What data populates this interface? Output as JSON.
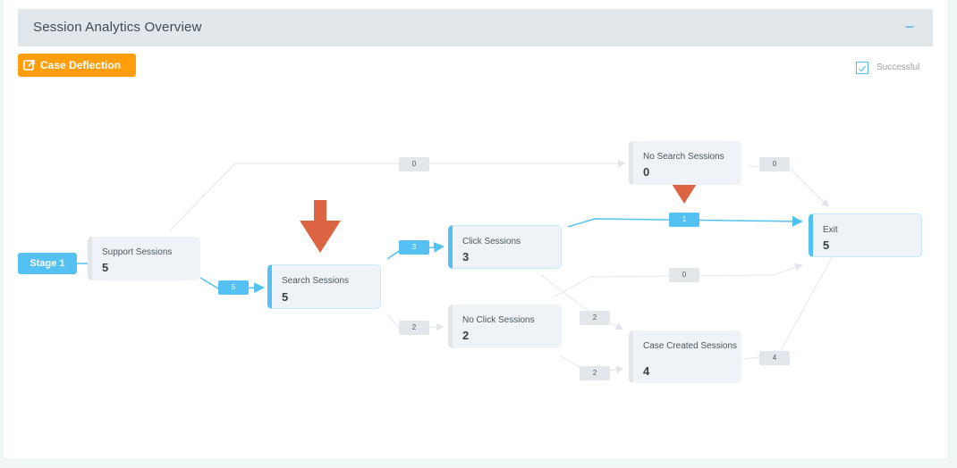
{
  "header": {
    "title": "Session Analytics Overview",
    "collapse_icon": "−"
  },
  "toolbar": {
    "case_deflection_label": "Case Deflection",
    "icon": "external-link-icon",
    "color": "#ff9e0d"
  },
  "legend": {
    "label": "Successful",
    "checked": true
  },
  "stage": {
    "label": "Stage 1"
  },
  "nodes": {
    "support": {
      "name": "Support Sessions",
      "count": "5"
    },
    "search": {
      "name": "Search Sessions",
      "count": "5"
    },
    "click": {
      "name": "Click Sessions",
      "count": "3"
    },
    "noclick": {
      "name": "No Click Sessions",
      "count": "2"
    },
    "nosearch": {
      "name": "No Search Sessions",
      "count": "0"
    },
    "exit": {
      "name": "Exit",
      "count": "5"
    },
    "case": {
      "name": "Case Created Sessions",
      "count": "4"
    }
  },
  "edges": {
    "support_search": "5",
    "support_nosearch": "0",
    "search_click": "3",
    "search_noclick": "2",
    "click_exit": "1",
    "click_case": "2",
    "noclick_exit": "0",
    "noclick_case": "2",
    "nosearch_exit": "0",
    "case_exit": "4"
  },
  "colors": {
    "accent": "#55c1f2",
    "annotation_arrow": "#dc6442",
    "inactive_edge": "#e4e8ec"
  }
}
